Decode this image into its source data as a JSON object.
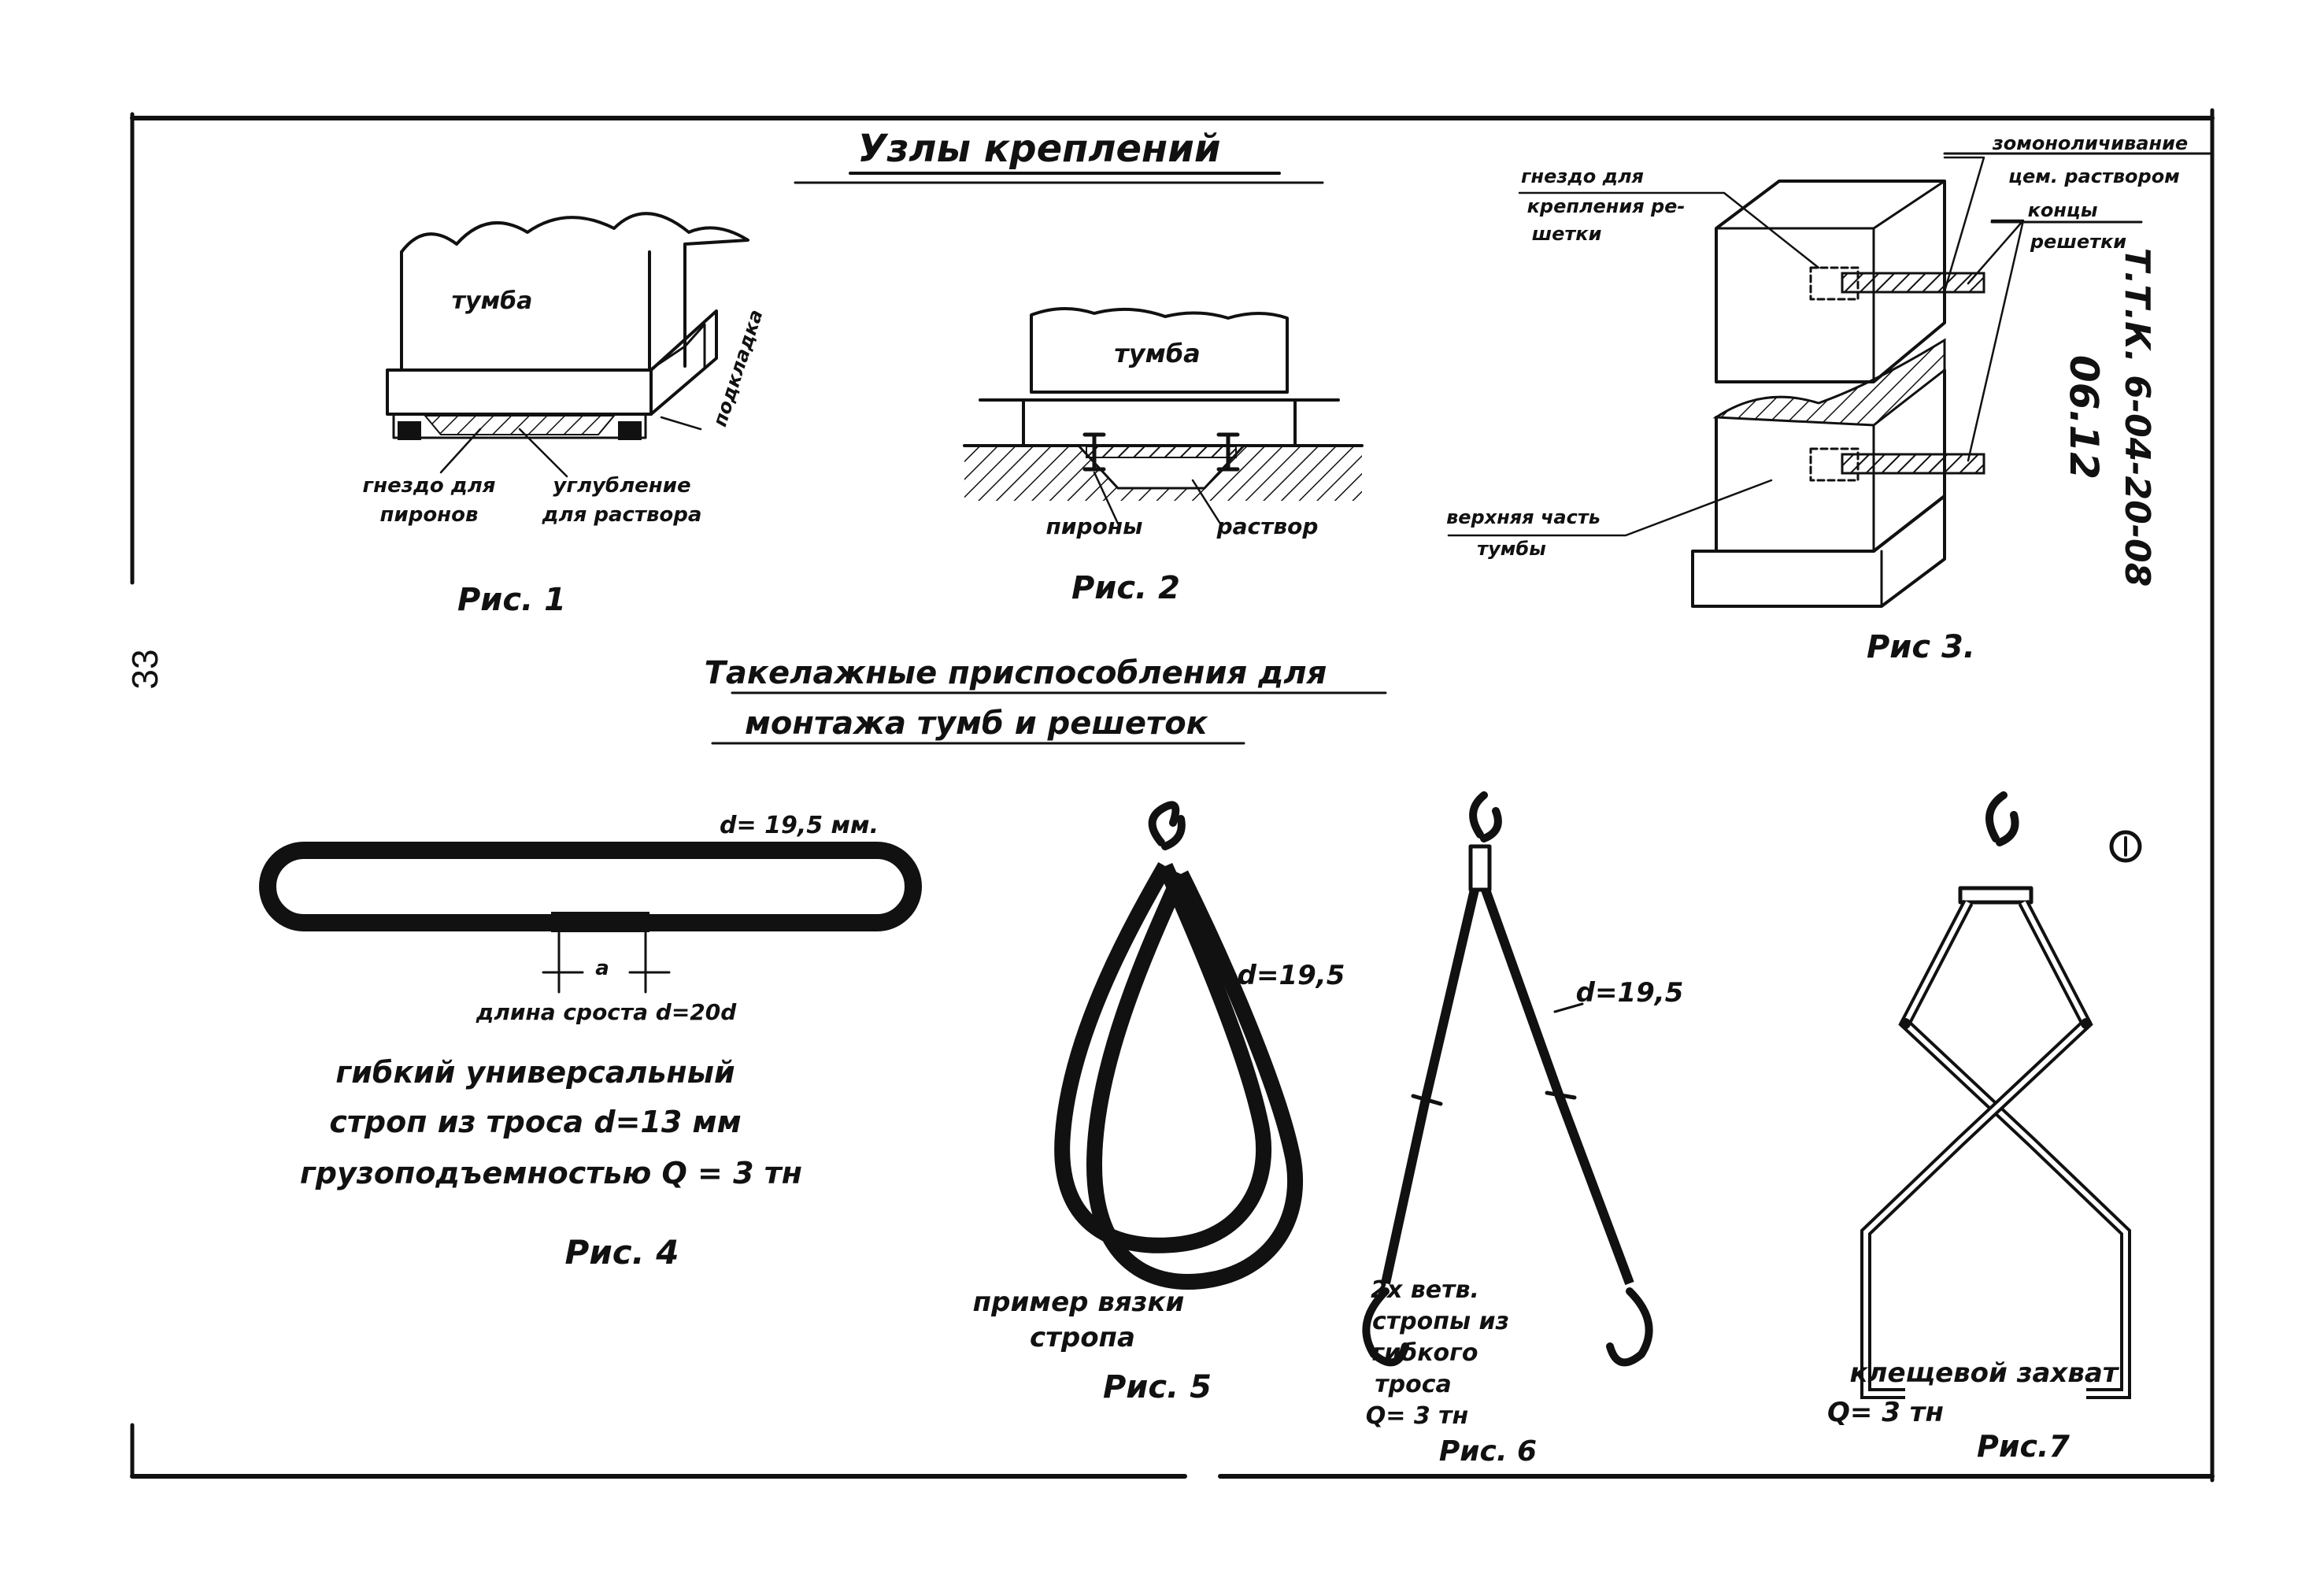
{
  "page_number": "33",
  "side_code_lines": [
    "Т.Т.К. 6-04-20-08",
    "06.12"
  ],
  "title_top": "Узлы креплений",
  "title_mid_line1": "Такелажные приспособления для",
  "title_mid_line2": "монтажа тумб и решеток",
  "fig1": {
    "caption": "Рис. 1",
    "body_label": "тумба",
    "side_label": "подкладка",
    "left_label_line1": "гнездо для",
    "left_label_line2": "пиронов",
    "right_label_line1": "углубление",
    "right_label_line2": "для раствора"
  },
  "fig2": {
    "caption": "Рис. 2",
    "body_label": "тумба",
    "left_label": "пироны",
    "right_label": "раствор"
  },
  "fig3": {
    "caption": "Рис 3.",
    "label_tl_line1": "гнездо для",
    "label_tl_line2": "крепления ре-",
    "label_tl_line3": "шетки",
    "label_tr_line1": "зомоноличивание",
    "label_tr_line2": "цем. раствором",
    "label_r_line1": "концы",
    "label_r_line2": "решетки",
    "label_bl_line1": "верхняя часть",
    "label_bl_line2": "тумбы"
  },
  "fig4": {
    "caption": "Рис. 4",
    "dim_label": "d= 19,5 мм.",
    "gap_label": "а",
    "splice_label": "длина сроста d=20d",
    "desc_line1": "гибкий   универсальный",
    "desc_line2": "строп   из  троса  d=13 мм",
    "desc_line3": "грузоподъемностью    Q = 3 тн"
  },
  "fig5": {
    "caption": "Рис. 5",
    "dim_label": "d=19,5",
    "desc_line1": "пример вязки",
    "desc_line2": "стропа"
  },
  "fig6": {
    "caption": "Рис. 6",
    "dim_label": "d=19,5",
    "desc_line1": "2х ветв.",
    "desc_line2": "стропы из",
    "desc_line3": "гибкого",
    "desc_line4": "троса",
    "desc_line5": "Q= 3 тн"
  },
  "fig7": {
    "caption": "Рис.7",
    "desc_line1": "клещевой  захват",
    "desc_line2": "Q= 3 тн"
  },
  "colors": {
    "ink": "#111111",
    "paper": "#ffffff"
  }
}
